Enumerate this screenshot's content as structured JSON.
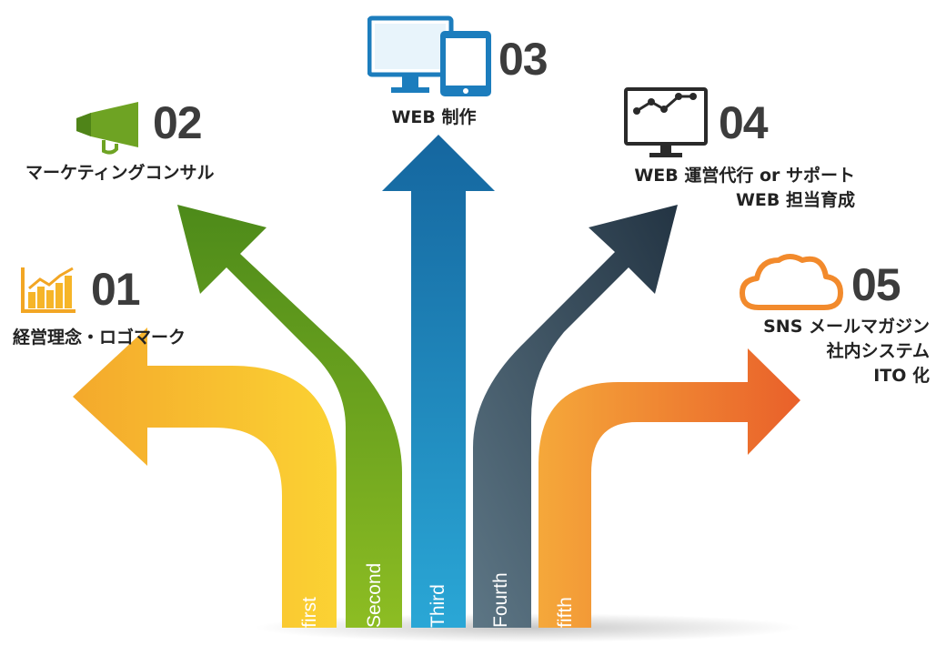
{
  "colors": {
    "first": "#f9c52a",
    "second": "#76aa1f",
    "third": "#1f88c4",
    "fourth": "#3d5666",
    "fifth": "#f0892b",
    "number": "#3c3c3c"
  },
  "items": [
    {
      "number": "01",
      "lines": [
        "経営理念・ロゴマーク"
      ],
      "arrow_label": "first",
      "icon": "bar-chart-icon"
    },
    {
      "number": "02",
      "lines": [
        "マーケティングコンサル"
      ],
      "arrow_label": "Second",
      "icon": "megaphone-icon"
    },
    {
      "number": "03",
      "lines": [
        "WEB 制作"
      ],
      "arrow_label": "Third",
      "icon": "monitor-tablet-icon"
    },
    {
      "number": "04",
      "lines": [
        "WEB 運営代行 or サポート",
        "WEB 担当育成"
      ],
      "arrow_label": "Fourth",
      "icon": "line-graph-monitor-icon"
    },
    {
      "number": "05",
      "lines": [
        "SNS メールマガジン",
        "社内システム",
        "ITO 化"
      ],
      "arrow_label": "fifth",
      "icon": "cloud-icon"
    }
  ]
}
